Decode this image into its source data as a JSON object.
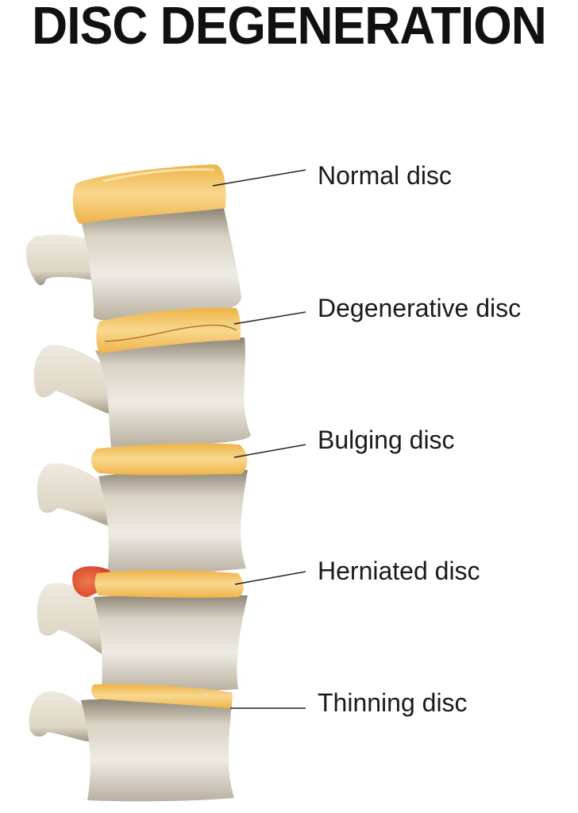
{
  "title": "DISC DEGENERATION",
  "labels": [
    "Normal disc",
    "Degenerative disc",
    "Bulging disc",
    "Herniated disc",
    "Thinning disc"
  ],
  "colors": {
    "disc": "#f2c15a",
    "bone": "#e4ded0",
    "herniation": "#e0523a",
    "text": "#111111"
  }
}
